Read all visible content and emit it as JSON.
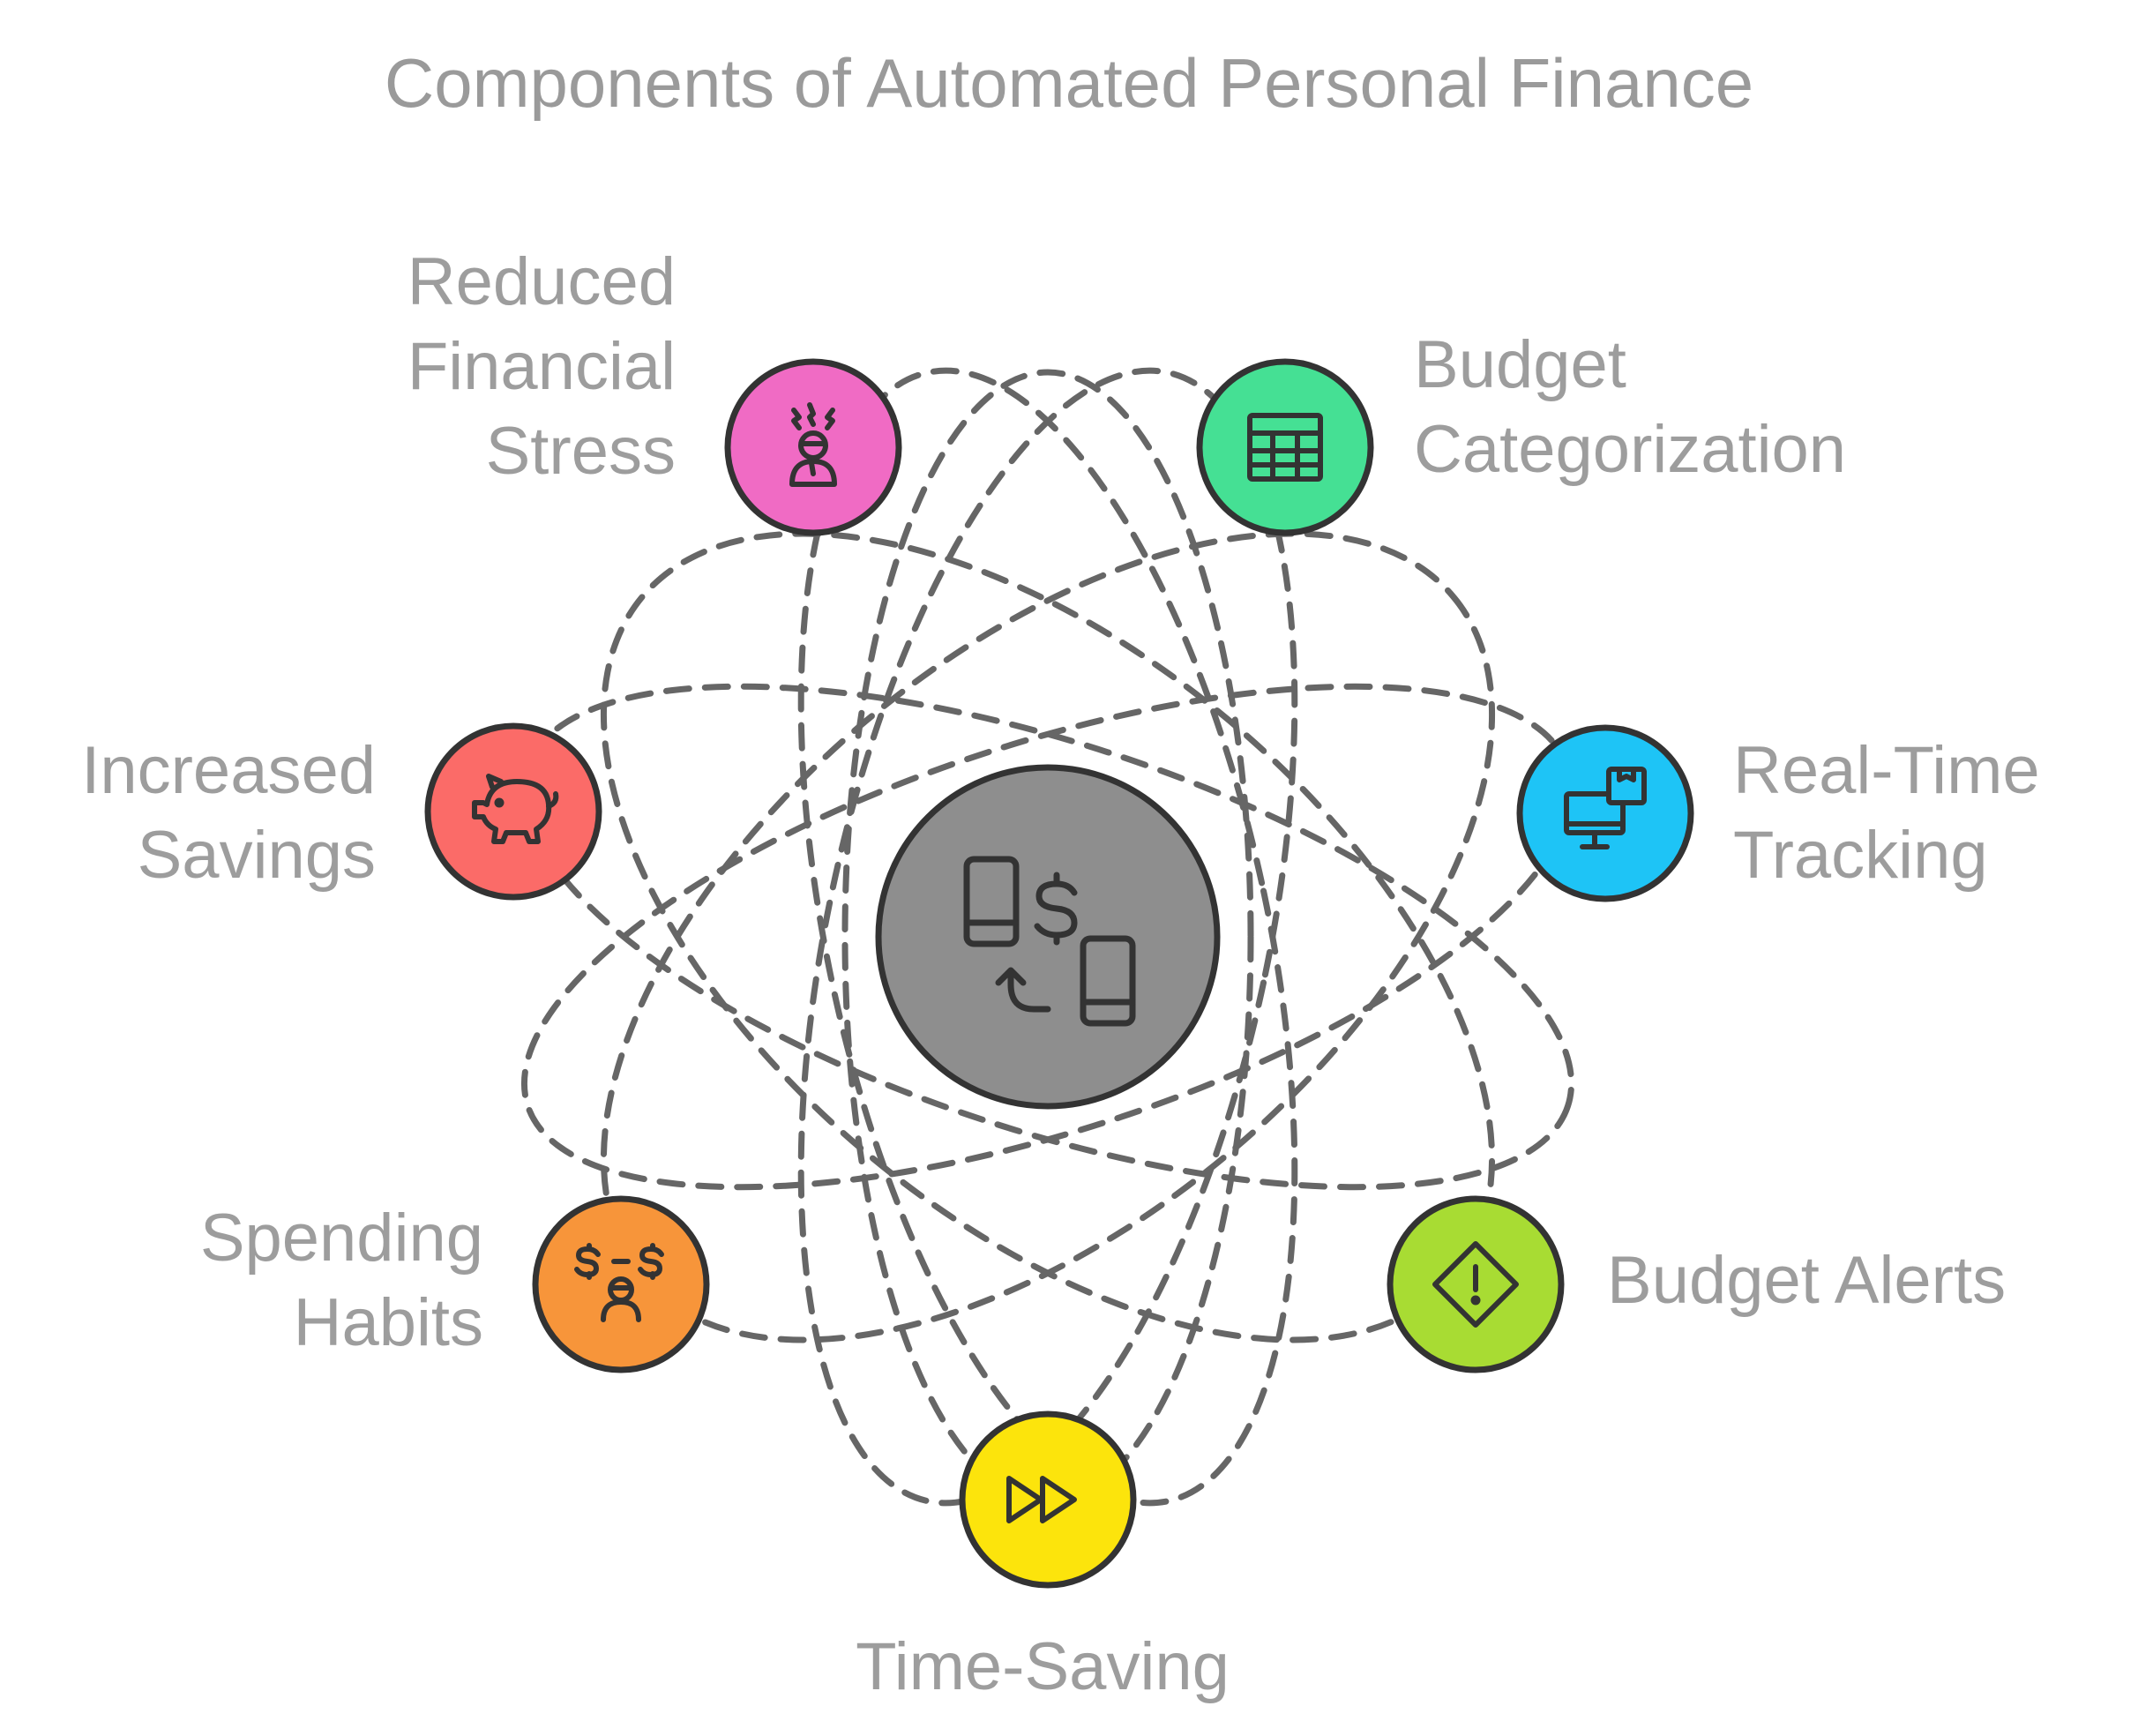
{
  "title": "Components of Automated Personal Finance",
  "center": {
    "icon": "money-transfer-phones-icon",
    "color": "#8e8e8e"
  },
  "nodes": [
    {
      "id": "reduced-financial-stress",
      "lines": [
        "Reduced",
        "Financial",
        "Stress"
      ],
      "icon": "stressed-person-icon",
      "color": "#f06bc4"
    },
    {
      "id": "budget-categorization",
      "lines": [
        "Budget",
        "Categorization"
      ],
      "icon": "table-grid-icon",
      "color": "#45e094"
    },
    {
      "id": "real-time-tracking",
      "lines": [
        "Real-Time",
        "Tracking"
      ],
      "icon": "monitor-package-icon",
      "color": "#1ec4f6"
    },
    {
      "id": "budget-alerts",
      "lines": [
        "Budget Alerts"
      ],
      "icon": "warning-diamond-icon",
      "color": "#a8dc33"
    },
    {
      "id": "time-saving",
      "lines": [
        "Time-Saving"
      ],
      "icon": "fast-forward-icon",
      "color": "#fce40c"
    },
    {
      "id": "spending-habits",
      "lines": [
        "Spending",
        "Habits"
      ],
      "icon": "spending-person-icon",
      "color": "#f7953a"
    },
    {
      "id": "increased-savings",
      "lines": [
        "Increased",
        "Savings"
      ],
      "icon": "piggy-bank-icon",
      "color": "#fb6b68"
    }
  ],
  "colors": {
    "outline": "#333333",
    "dashed": "#666666",
    "text": "#9d9d9d"
  }
}
